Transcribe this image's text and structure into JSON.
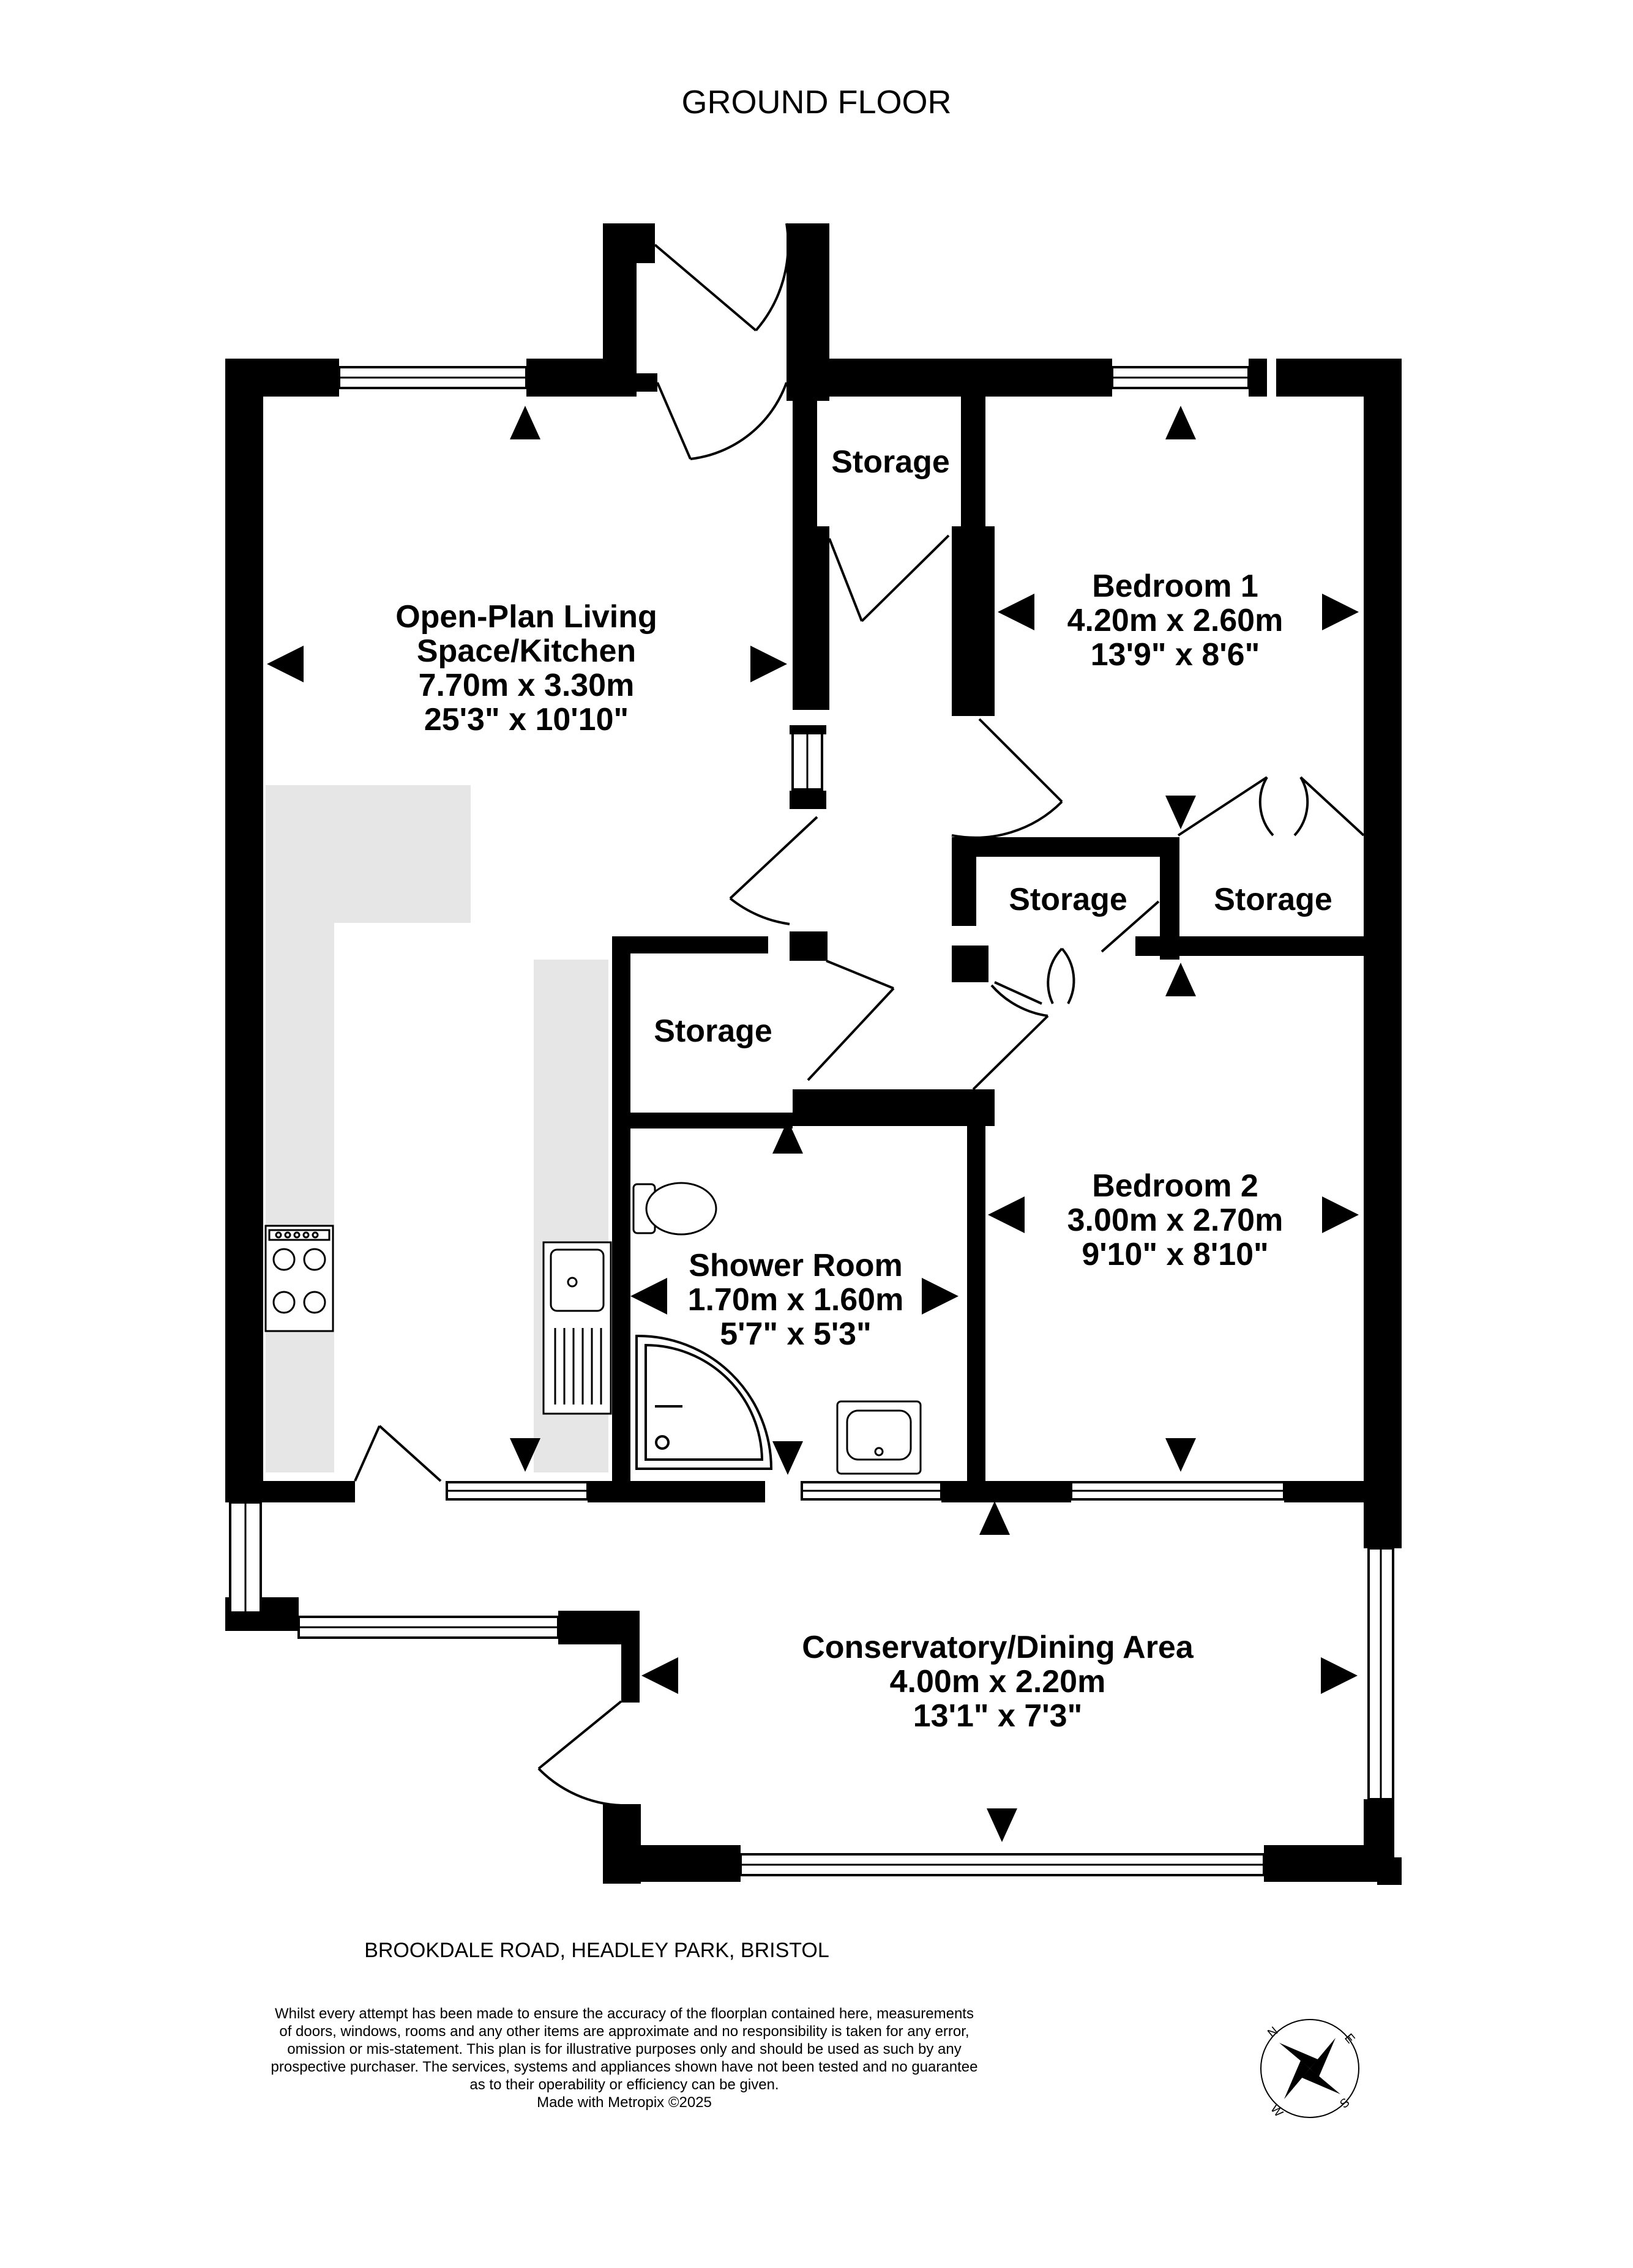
{
  "title": "GROUND FLOOR",
  "rooms": {
    "living": {
      "name_line1": "Open-Plan Living",
      "name_line2": "Space/Kitchen",
      "metric": "7.70m  x 3.30m",
      "imperial": "25'3\"  x 10'10\""
    },
    "bedroom1": {
      "name": "Bedroom 1",
      "metric": "4.20m  x 2.60m",
      "imperial": "13'9\"  x 8'6\""
    },
    "bedroom2": {
      "name": "Bedroom 2",
      "metric": "3.00m  x 2.70m",
      "imperial": "9'10\"  x 8'10\""
    },
    "shower": {
      "name": "Shower Room",
      "metric": "1.70m  x 1.60m",
      "imperial": "5'7\"  x 5'3\""
    },
    "conservatory": {
      "name": "Conservatory/Dining Area",
      "metric": "4.00m  x 2.20m",
      "imperial": "13'1\"  x 7'3\""
    }
  },
  "storage_labels": {
    "top": "Storage",
    "mid_left": "Storage",
    "mid_right": "Storage",
    "hall": "Storage"
  },
  "address": "BROOKDALE ROAD, HEADLEY PARK, BRISTOL",
  "disclaimer": [
    "Whilst every attempt has been made to ensure the accuracy of the floorplan contained here, measurements",
    "of doors, windows, rooms and any other items are approximate and no responsibility is taken for any error,",
    "omission or mis-statement. This plan is for illustrative purposes only and should be used as such by any",
    "prospective purchaser. The services, systems and appliances shown have not been tested and no guarantee",
    "as to their operability or efficiency can be given.",
    "Made with Metropix ©2025"
  ],
  "compass": {
    "n": "N",
    "e": "E",
    "s": "S",
    "w": "W"
  },
  "colors": {
    "wall": "#000000",
    "fixture": "#e6e6e6"
  }
}
